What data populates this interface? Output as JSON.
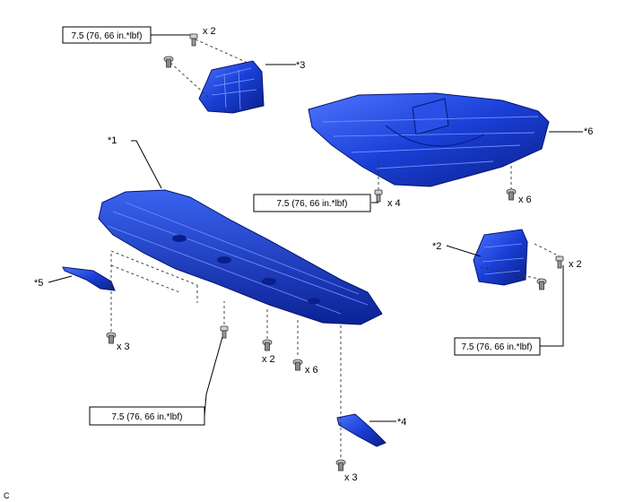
{
  "torque_specs": [
    {
      "id": "t1",
      "text": "7.5 (76, 66 in.*lbf)"
    },
    {
      "id": "t2",
      "text": "7.5 (76, 66 in.*lbf)"
    },
    {
      "id": "t3",
      "text": "7.5 (76, 66 in.*lbf)"
    },
    {
      "id": "t4",
      "text": "7.5 (76, 66 in.*lbf)"
    }
  ],
  "callouts": {
    "c1": "*1",
    "c2": "*2",
    "c3": "*3",
    "c4": "*4",
    "c5": "*5",
    "c6": "*6"
  },
  "quantities": {
    "q_top_bolt": "x 2",
    "q_mid_bolt": "x 4",
    "q_right_bolt": "x 6",
    "q_left_clip": "x 3",
    "q_bottom_bolt": "x 2",
    "q_bottom_clip": "x 6",
    "q_lower_clip": "x 3",
    "q_side_bolt": "x 2"
  },
  "corner_label": "C",
  "colors": {
    "part_fill": "#1a3fd6",
    "part_dark": "#0a1f8a",
    "part_light": "#4d74ff",
    "fastener": "#555555",
    "line": "#000000"
  }
}
